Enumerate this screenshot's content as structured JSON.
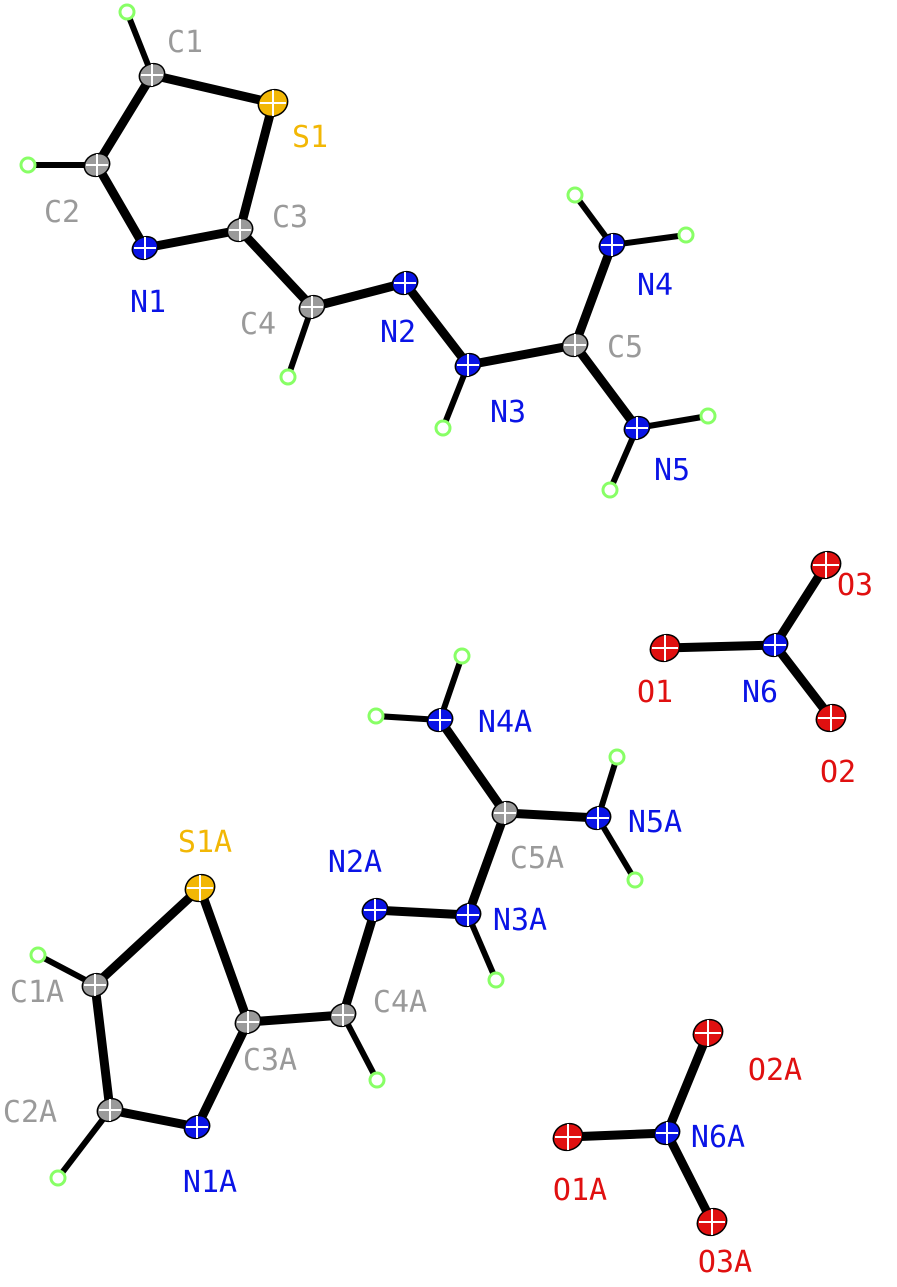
{
  "colors": {
    "C": "#9a9a9a",
    "N": "#0a14e6",
    "O": "#e01010",
    "S": "#f2b705",
    "H": "#88ff66",
    "bond": "#000000"
  },
  "atoms": [
    {
      "id": "C1",
      "label": "C1",
      "el": "C"
    },
    {
      "id": "S1",
      "label": "S1",
      "el": "S"
    },
    {
      "id": "C2",
      "label": "C2",
      "el": "C"
    },
    {
      "id": "C3",
      "label": "C3",
      "el": "C"
    },
    {
      "id": "N1",
      "label": "N1",
      "el": "N"
    },
    {
      "id": "C4",
      "label": "C4",
      "el": "C"
    },
    {
      "id": "N2",
      "label": "N2",
      "el": "N"
    },
    {
      "id": "N3",
      "label": "N3",
      "el": "N"
    },
    {
      "id": "C5",
      "label": "C5",
      "el": "C"
    },
    {
      "id": "N4",
      "label": "N4",
      "el": "N"
    },
    {
      "id": "N5",
      "label": "N5",
      "el": "N"
    },
    {
      "id": "O3",
      "label": "O3",
      "el": "O"
    },
    {
      "id": "O1",
      "label": "O1",
      "el": "O"
    },
    {
      "id": "N6",
      "label": "N6",
      "el": "N"
    },
    {
      "id": "O2",
      "label": "O2",
      "el": "O"
    },
    {
      "id": "S1A",
      "label": "S1A",
      "el": "S"
    },
    {
      "id": "C1A",
      "label": "C1A",
      "el": "C"
    },
    {
      "id": "C2A",
      "label": "C2A",
      "el": "C"
    },
    {
      "id": "C3A",
      "label": "C3A",
      "el": "C"
    },
    {
      "id": "N1A",
      "label": "N1A",
      "el": "N"
    },
    {
      "id": "C4A",
      "label": "C4A",
      "el": "C"
    },
    {
      "id": "N2A",
      "label": "N2A",
      "el": "N"
    },
    {
      "id": "N3A",
      "label": "N3A",
      "el": "N"
    },
    {
      "id": "C5A",
      "label": "C5A",
      "el": "C"
    },
    {
      "id": "N4A",
      "label": "N4A",
      "el": "N"
    },
    {
      "id": "N5A",
      "label": "N5A",
      "el": "N"
    },
    {
      "id": "O2A",
      "label": "O2A",
      "el": "O"
    },
    {
      "id": "O1A",
      "label": "O1A",
      "el": "O"
    },
    {
      "id": "N6A",
      "label": "N6A",
      "el": "N"
    },
    {
      "id": "O3A",
      "label": "O3A",
      "el": "O"
    }
  ],
  "bonds": [
    [
      "C1",
      "S1"
    ],
    [
      "C1",
      "C2"
    ],
    [
      "S1",
      "C3"
    ],
    [
      "C2",
      "N1"
    ],
    [
      "N1",
      "C3"
    ],
    [
      "C3",
      "C4"
    ],
    [
      "C4",
      "N2"
    ],
    [
      "N2",
      "N3"
    ],
    [
      "N3",
      "C5"
    ],
    [
      "C5",
      "N4"
    ],
    [
      "C5",
      "N5"
    ],
    [
      "O1",
      "N6"
    ],
    [
      "N6",
      "O3"
    ],
    [
      "N6",
      "O2"
    ],
    [
      "S1A",
      "C1A"
    ],
    [
      "C1A",
      "C2A"
    ],
    [
      "S1A",
      "C3A"
    ],
    [
      "C2A",
      "N1A"
    ],
    [
      "N1A",
      "C3A"
    ],
    [
      "C3A",
      "C4A"
    ],
    [
      "C4A",
      "N2A"
    ],
    [
      "N2A",
      "N3A"
    ],
    [
      "N3A",
      "C5A"
    ],
    [
      "C5A",
      "N4A"
    ],
    [
      "C5A",
      "N5A"
    ],
    [
      "O1A",
      "N6A"
    ],
    [
      "N6A",
      "O2A"
    ],
    [
      "N6A",
      "O3A"
    ]
  ],
  "hydrogen_bonds_to": [
    "C1",
    "C2",
    "C4",
    "N3",
    "N4",
    "N4",
    "N5",
    "N5",
    "C1A",
    "C2A",
    "C4A",
    "N3A",
    "N4A",
    "N4A",
    "N5A",
    "N5A"
  ]
}
